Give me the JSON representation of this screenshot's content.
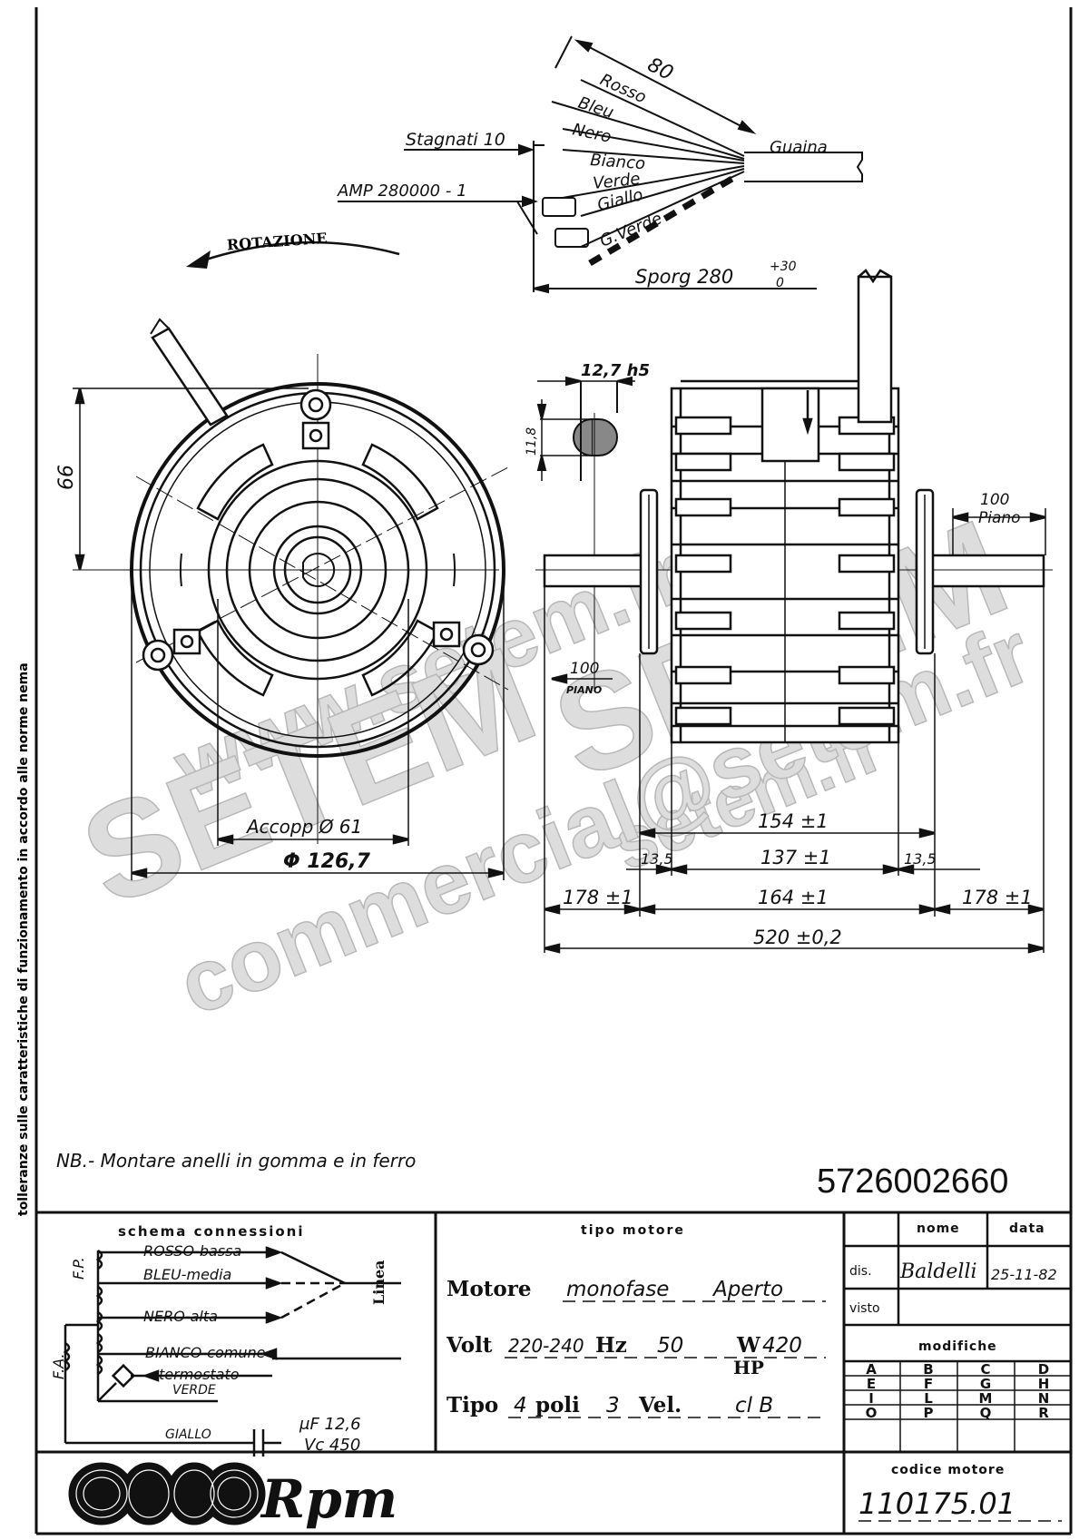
{
  "side_note": "tolleranze sulle caratteristiche di funzionamento in accordo alle norme nema",
  "wires": {
    "length": "80",
    "rosso": "Rosso",
    "bleu": "Bleu",
    "nero": "Nero",
    "bianco": "Bianco",
    "verde": "Verde",
    "giallo": "Giallo",
    "gverde": "G.Verde",
    "guaina": "Guaina",
    "stagnati": "Stagnati 10",
    "amp": "AMP 280000 - 1",
    "sporg": "Sporg 280",
    "sporg_tol_upper": "+30",
    "sporg_tol_lower": "0"
  },
  "rotation": "ROTAZIONE",
  "front_view": {
    "dim_66": "66",
    "accopp": "Accopp Ø 61",
    "diameter": "Φ 126,7"
  },
  "shaft": {
    "width": "12,7 h5",
    "flat": "11,8"
  },
  "side_view": {
    "piano_right_val": "100",
    "piano_right_lbl": "Piano",
    "piano_left_val": "100",
    "piano_left_lbl": "PIANO",
    "dim_154": "154 ±1",
    "dim_135_l": "13,5",
    "dim_137": "137 ±1",
    "dim_135_r": "13,5",
    "dim_178_l": "178 ±1",
    "dim_164": "164 ±1",
    "dim_178_r": "178 ±1",
    "dim_520": "520 ±0,2"
  },
  "watermark": {
    "url1": "www.setem.fr",
    "brand1": "SETEM",
    "brand2": "SETEM",
    "url2": "setem.fr",
    "email": "commercial@setem.fr"
  },
  "note": "NB.- Montare anelli in gomma e in ferro",
  "part_number": "5726002660",
  "schema": {
    "title": "schema connessioni",
    "fp": "F.P.",
    "fa": "F.A.",
    "rosso": "ROSSO-bassa",
    "bleu": "BLEU-media",
    "nero": "NERO-alta",
    "bianco": "BIANCO-comune",
    "termostato": "termostato",
    "verde": "VERDE",
    "giallo": "GIALLO",
    "linea": "Linea",
    "cap_uf": "μF 12,6",
    "cap_vc": "Vc 450"
  },
  "motor": {
    "header": "tipo motore",
    "l1_bold": "Motore",
    "l1_a": "monofase",
    "l1_b": "Aperto",
    "volt_lbl": "Volt",
    "volt_val": "220-240",
    "hz_lbl": "Hz",
    "hz_val": "50",
    "w_lbl": "W",
    "w_val": "420",
    "hp_lbl": "HP",
    "tipo_lbl": "Tipo",
    "poli_val": "4",
    "poli_lbl": "poli",
    "vel_val": "3",
    "vel_lbl": "Vel.",
    "cl": "cl B"
  },
  "titleblock": {
    "nome": "nome",
    "data": "data",
    "dis": "dis.",
    "signature": "Baldelli",
    "date": "25-11-82",
    "visto": "visto",
    "modifiche": "modifiche",
    "letters": [
      "A",
      "B",
      "C",
      "D",
      "E",
      "F",
      "G",
      "H",
      "I",
      "L",
      "M",
      "N",
      "O",
      "P",
      "Q",
      "R"
    ],
    "codice_lbl": "codice motore",
    "codice_val": "110175.01"
  },
  "logo": "Rpm"
}
